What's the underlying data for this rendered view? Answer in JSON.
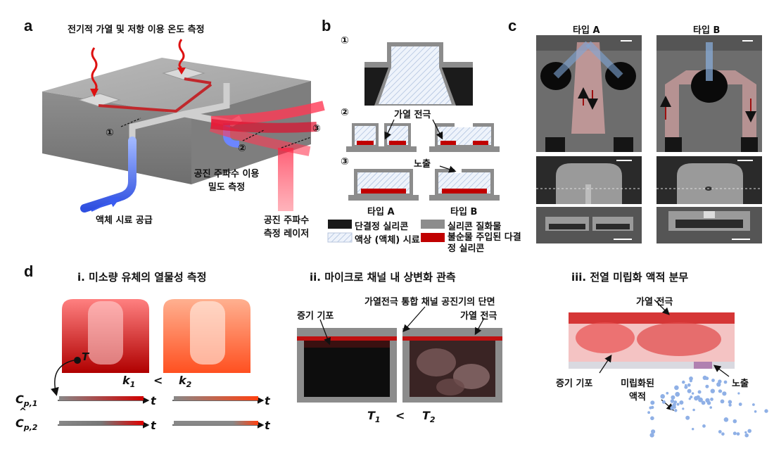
{
  "panels": {
    "a": "a",
    "b": "b",
    "c": "c",
    "d": "d"
  },
  "panel_a": {
    "heating_label": "전기적 가열 및 저항 이용 온도 측정",
    "marker_1": "①",
    "marker_2": "②",
    "marker_3": "③",
    "density_label_line1": "공진 주파수 이용",
    "density_label_line2": "밀도 측정",
    "supply_label": "액체 시료 공급",
    "laser_label_line1": "공진 주파수",
    "laser_label_line2": "측정 레이저"
  },
  "panel_b": {
    "step1": "①",
    "step2": "②",
    "step3": "③",
    "heater_label": "가열 전극",
    "exposure_label": "노출",
    "type_a": "타입 A",
    "type_b": "타입 B",
    "legend": [
      {
        "label": "단결정 실리콘",
        "color": "#1a1a1a"
      },
      {
        "label": "실리콘 질화물",
        "color": "#8c8c8c"
      },
      {
        "label": "액상 (액체) 시료",
        "color": "hatch"
      },
      {
        "label": "불순물 주입된 다결정 실리콘",
        "color": "#c00000"
      }
    ]
  },
  "panel_c": {
    "type_a": "타입 A",
    "type_b": "타입 B"
  },
  "panel_d": {
    "title_i": "i. 미소량 유체의 열물성 측정",
    "title_ii": "ii. 마이크로 채널 내 상변화 관측",
    "title_iii": "iii. 전열 미립화 액적 분무",
    "T_label": "T",
    "k1": "k",
    "k1_sub": "1",
    "k2": "k",
    "k2_sub": "2",
    "lt1": "<",
    "cp1": "C",
    "cp1_sub": "p,1",
    "cp2": "C",
    "cp2_sub": "p,2",
    "hat": "^",
    "t_axis": "t",
    "cross_section_label": "가열전극 통합 채널 공진기의 단면",
    "vapor_label_ii": "증기 기포",
    "heater_label_ii": "가열 전극",
    "T1": "T",
    "T1_sub": "1",
    "lt2": "<",
    "T2": "T",
    "T2_sub": "2",
    "heater_label_iii": "가열 전극",
    "vapor_label_iii": "증기 기포",
    "droplet_label_line1": "미립화된",
    "droplet_label_line2": "액적",
    "exposure_label_iii": "노출"
  }
}
